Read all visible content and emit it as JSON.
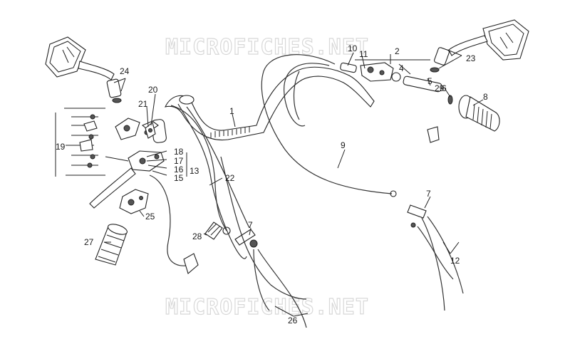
{
  "watermark": {
    "top": "MICROFICHES.NET",
    "bottom": "MICROFICHES.NET"
  },
  "labels": {
    "l1": "1",
    "l2": "2",
    "l4": "4",
    "l5": "5",
    "l6": "6",
    "l7a": "7",
    "l7b": "7",
    "l8": "8",
    "l9": "9",
    "l10": "10",
    "l11": "11",
    "l12": "12",
    "l13": "13",
    "l15": "15",
    "l16": "16",
    "l17": "17",
    "l18": "18",
    "l19": "19",
    "l20": "20",
    "l21": "21",
    "l22": "22",
    "l23": "23",
    "l24": "24",
    "l25": "25",
    "l26": "26",
    "l27": "27",
    "l28": "28",
    "l29": "29"
  }
}
